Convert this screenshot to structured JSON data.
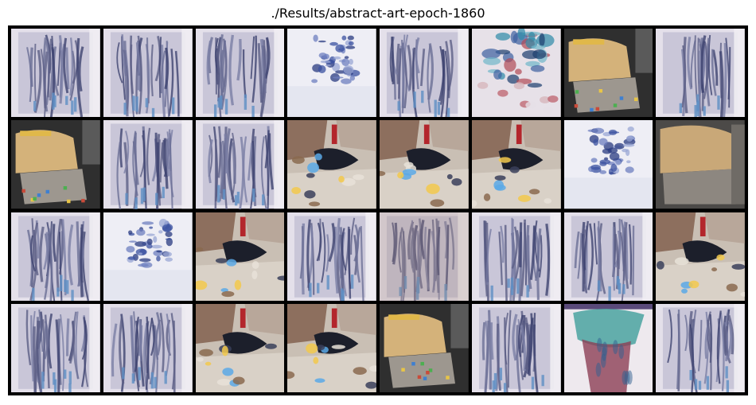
{
  "figure": {
    "title": "./Results/abstract-art-epoch-1860"
  },
  "grid": {
    "rows": 4,
    "cols": 8,
    "tiles": [
      [
        "streak",
        "streak",
        "streak",
        "blue",
        "streak",
        "teal",
        "tan",
        "streak"
      ],
      [
        "tan",
        "streak",
        "streak",
        "collage",
        "collage",
        "collage",
        "blue",
        "tanlight"
      ],
      [
        "streak",
        "blue",
        "collage",
        "streak",
        "streakwarm",
        "streak",
        "streak",
        "collage"
      ],
      [
        "streak",
        "streak",
        "collage",
        "collage",
        "tan",
        "streak",
        "teal2",
        "streak"
      ]
    ]
  },
  "colors": {
    "background": "#ffffff",
    "grid_border": "#000000"
  }
}
